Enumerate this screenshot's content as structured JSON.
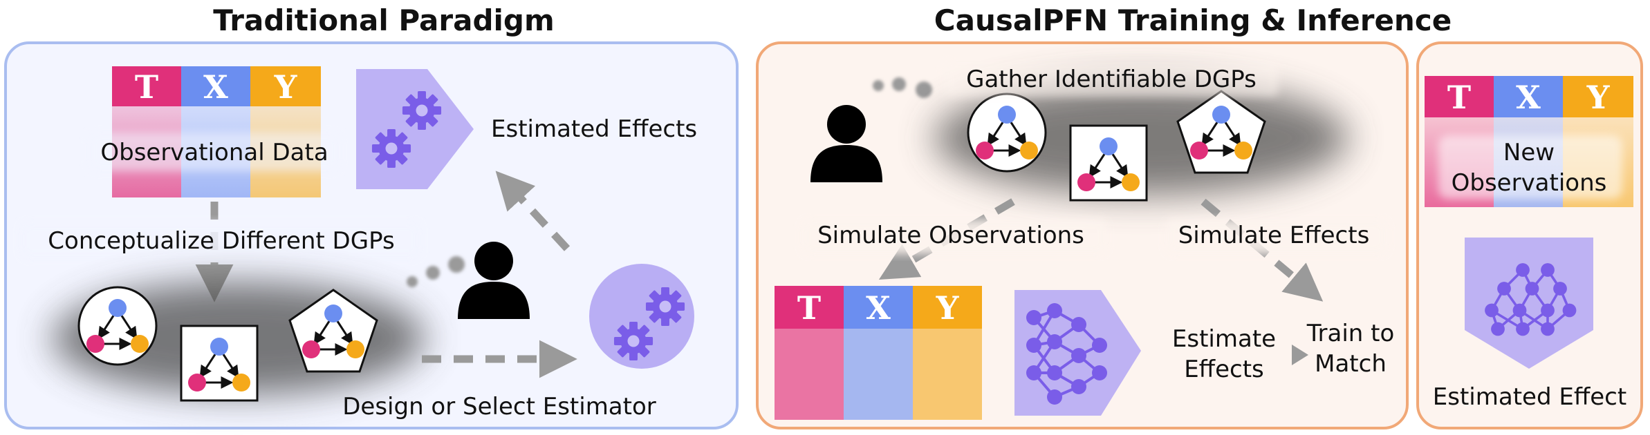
{
  "titles": {
    "left": "Traditional Paradigm",
    "right": "CausalPFN Training & Inference"
  },
  "table_headers": {
    "t": "T",
    "x": "X",
    "y": "Y"
  },
  "left_panel": {
    "observational_data": "Observational Data",
    "conceptualize": "Conceptualize Different DGPs",
    "estimated_effects": "Estimated Effects",
    "design_estimator": "Design or Select Estimator"
  },
  "middle_panel": {
    "gather": "Gather Identifiable DGPs",
    "simulate_observations": "Simulate Observations",
    "simulate_effects": "Simulate Effects",
    "estimate_effects_line1": "Estimate",
    "estimate_effects_line2": "Effects",
    "train_line1": "Train to",
    "train_line2": "Match"
  },
  "right_panel": {
    "new_obs_line1": "New",
    "new_obs_line2": "Observations",
    "estimated_effect": "Estimated Effect"
  },
  "colors": {
    "t": "#e0307a",
    "x": "#6b8ef0",
    "y": "#f5a91a",
    "left_panel_bg": "#f3f5ff",
    "left_panel_border": "#a9bdf0",
    "right_panel_bg": "#fdf4ef",
    "right_panel_border": "#f1a877",
    "purple": "#b3a6f3",
    "purple_dark": "#7a5de8",
    "arrow": "#9a9a9a"
  }
}
